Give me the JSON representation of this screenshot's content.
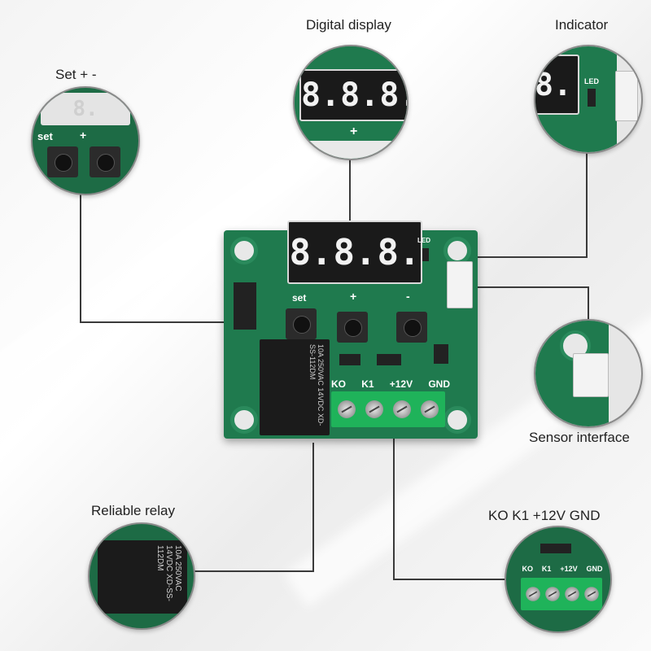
{
  "labels": {
    "digital_display": "Digital display",
    "indicator": "Indicator",
    "set_plus_minus": "Set + -",
    "sensor_interface": "Sensor interface",
    "reliable_relay": "Reliable relay",
    "terminals": "KO K1 +12V GND"
  },
  "board": {
    "display_digits": [
      "8.",
      "8.",
      "8."
    ],
    "button_labels": {
      "set": "set",
      "plus": "+",
      "minus": "-"
    },
    "led_label": "LED",
    "terminal_labels": [
      "KO",
      "K1",
      "+12V",
      "GND"
    ],
    "relay_text": "10A 250VAC 14VDC  XD-SS-112DM"
  },
  "colors": {
    "pcb": "#1f7a4e",
    "terminal": "#1fb35a",
    "display": "#1a1a1a"
  }
}
